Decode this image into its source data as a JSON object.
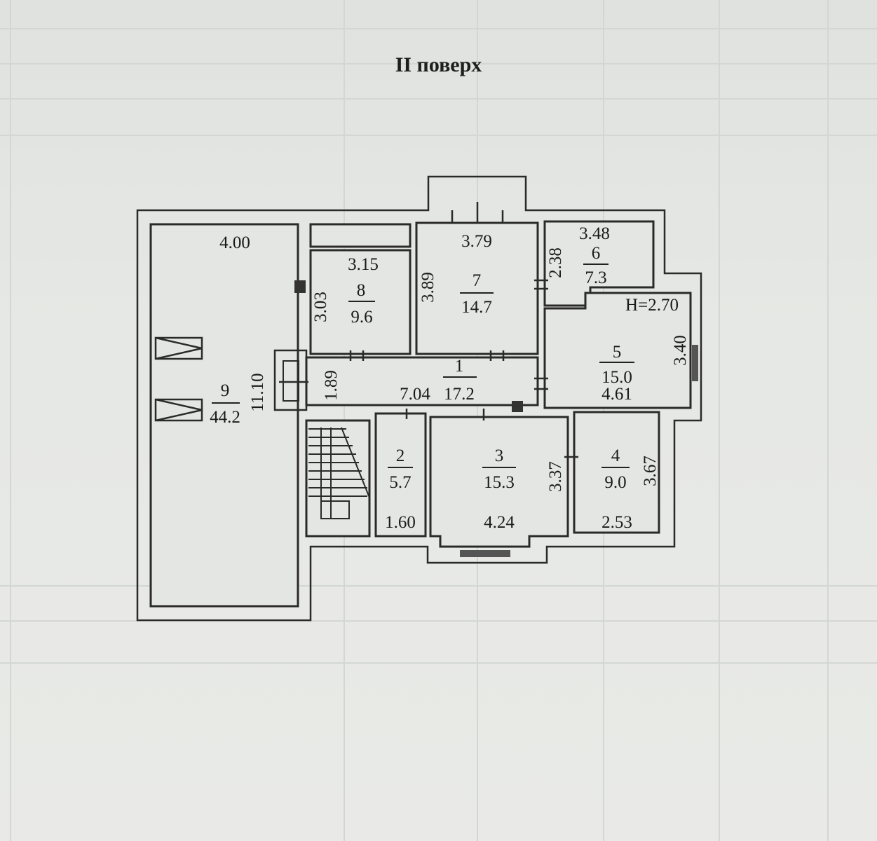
{
  "title": "II поверх",
  "plan": {
    "ceiling_height": "H=2.70",
    "rooms": [
      {
        "number": "1",
        "area": "17.2",
        "dims": [
          "7.04",
          "1.89"
        ]
      },
      {
        "number": "2",
        "area": "5.7",
        "dims": [
          "1.60"
        ]
      },
      {
        "number": "3",
        "area": "15.3",
        "dims": [
          "4.24",
          "3.37"
        ]
      },
      {
        "number": "4",
        "area": "9.0",
        "dims": [
          "2.53",
          "3.67"
        ]
      },
      {
        "number": "5",
        "area": "15.0",
        "dims": [
          "4.61",
          "3.40"
        ]
      },
      {
        "number": "6",
        "area": "7.3",
        "dims": [
          "3.48",
          "2.38"
        ]
      },
      {
        "number": "7",
        "area": "14.7",
        "dims": [
          "3.79",
          "3.89"
        ]
      },
      {
        "number": "8",
        "area": "9.6",
        "dims": [
          "3.15",
          "3.03"
        ]
      },
      {
        "number": "9",
        "area": "44.2",
        "dims": [
          "4.00",
          "11.10"
        ]
      }
    ]
  }
}
